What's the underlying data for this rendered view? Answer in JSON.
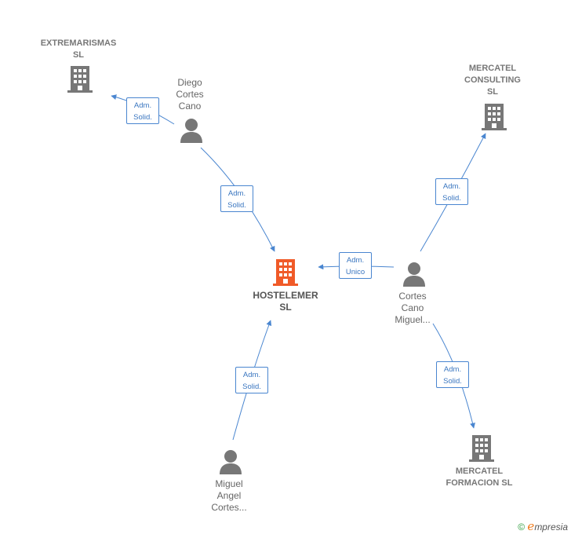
{
  "nodes": {
    "extremarismas": {
      "label_line1": "EXTREMARISMAS",
      "label_line2": "SL",
      "kind": "company"
    },
    "mercatel_consulting": {
      "label_line1": "MERCATEL",
      "label_line2": "CONSULTING",
      "label_line3": "SL",
      "kind": "company"
    },
    "hostelemer": {
      "label_line1": "HOSTELEMER",
      "label_line2": "SL",
      "kind": "company-main"
    },
    "mercatel_formacion": {
      "label_line1": "MERCATEL",
      "label_line2": "FORMACION SL",
      "kind": "company"
    },
    "diego": {
      "label_line1": "Diego",
      "label_line2": "Cortes",
      "label_line3": "Cano",
      "kind": "person"
    },
    "cortes_cano_miguel": {
      "label_line1": "Cortes",
      "label_line2": "Cano",
      "label_line3": "Miguel...",
      "kind": "person"
    },
    "miguel_angel": {
      "label_line1": "Miguel",
      "label_line2": "Angel",
      "label_line3": "Cortes...",
      "kind": "person"
    }
  },
  "edges": {
    "diego_extremarismas": {
      "line1": "Adm.",
      "line2": "Solid."
    },
    "diego_hostelemer": {
      "line1": "Adm.",
      "line2": "Solid."
    },
    "miguel_mercatel_consulting": {
      "line1": "Adm.",
      "line2": "Solid."
    },
    "miguel_hostelemer": {
      "line1": "Adm.",
      "line2": "Unico"
    },
    "miguel_mercatel_formacion": {
      "line1": "Adm.",
      "line2": "Solid."
    },
    "miguelangel_hostelemer": {
      "line1": "Adm.",
      "line2": "Solid."
    }
  },
  "colors": {
    "edge": "#4a86d0",
    "company_icon": "#777777",
    "main_icon": "#f05a28",
    "person_icon": "#777777"
  },
  "icons": {
    "company": "building-icon",
    "person": "person-icon",
    "copyright": "copyright-icon"
  },
  "footer": {
    "copyright": "©",
    "brand_first": "e",
    "brand_rest": "mpresia"
  }
}
